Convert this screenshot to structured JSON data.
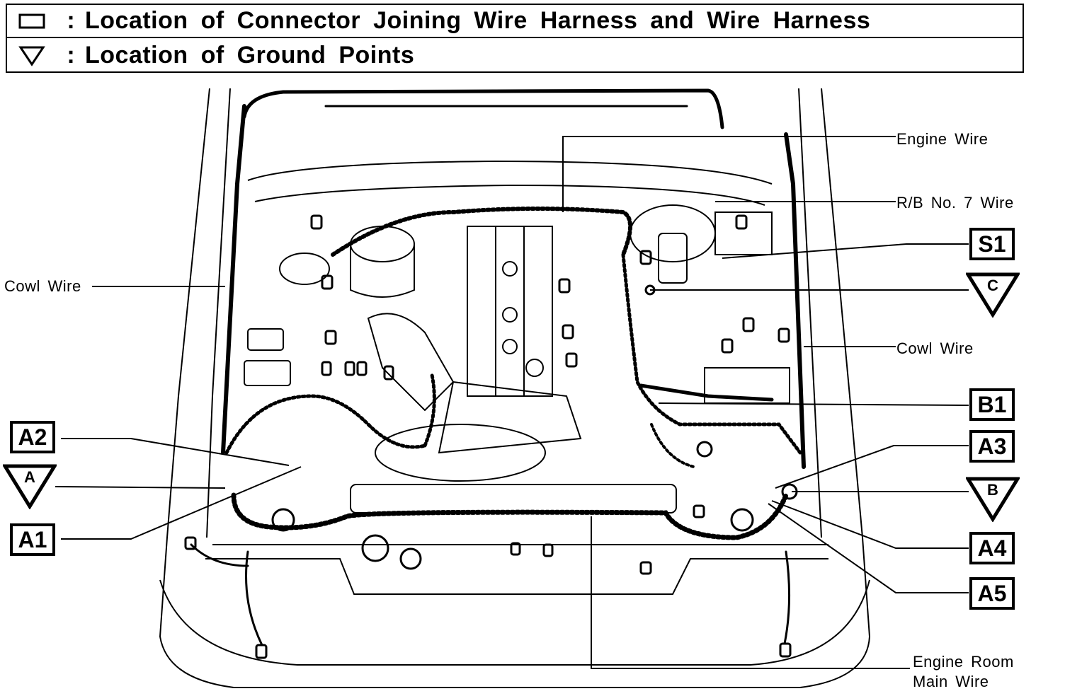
{
  "legend": {
    "connector_text": "Location of Connector Joining Wire Harness and Wire Harness",
    "ground_text": "Location of Ground Points",
    "colon": ":"
  },
  "labels": {
    "engine_wire": "Engine Wire",
    "rb_wire": "R/B No. 7 Wire",
    "cowl_wire_left": "Cowl Wire",
    "cowl_wire_right": "Cowl Wire",
    "engine_room_main_wire_line1": "Engine Room",
    "engine_room_main_wire_line2": "Main Wire"
  },
  "connectors": {
    "s1": "S1",
    "b1": "B1",
    "a3": "A3",
    "a4": "A4",
    "a5": "A5",
    "a2": "A2",
    "a1": "A1"
  },
  "grounds": {
    "c": "C",
    "b": "B",
    "a": "A"
  }
}
